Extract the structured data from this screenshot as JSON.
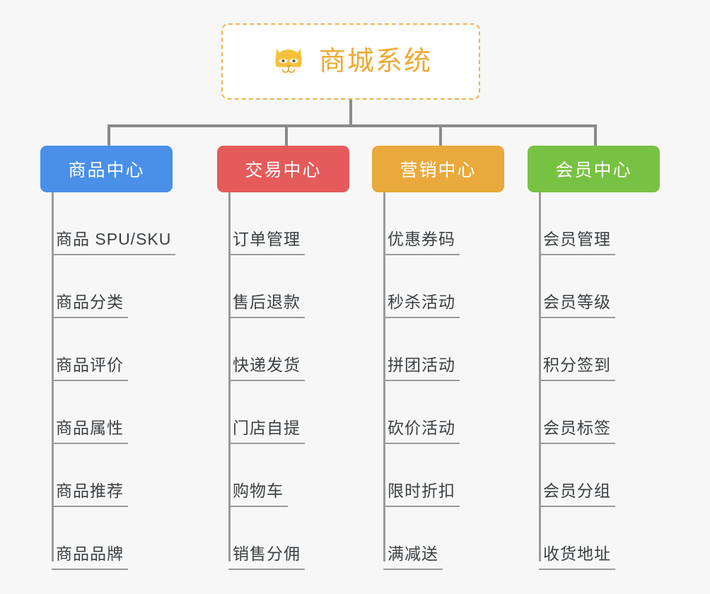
{
  "page": {
    "background_color": "#f7f7f7",
    "line_color": "#8a8a8a"
  },
  "root": {
    "title": "商城系统",
    "icon": "dog-face-emoji",
    "text_color": "#eeaa33",
    "border_color": "#f0b24a",
    "background_color": "#ffffff"
  },
  "columns": [
    {
      "id": "product-center",
      "title": "商品中心",
      "color": "#4a90e8",
      "items": [
        {
          "label": "商品 SPU/SKU"
        },
        {
          "label": "商品分类"
        },
        {
          "label": "商品评价"
        },
        {
          "label": "商品属性"
        },
        {
          "label": "商品推荐"
        },
        {
          "label": "商品品牌"
        }
      ]
    },
    {
      "id": "trade-center",
      "title": "交易中心",
      "color": "#e55b5b",
      "items": [
        {
          "label": "订单管理"
        },
        {
          "label": "售后退款"
        },
        {
          "label": "快递发货"
        },
        {
          "label": "门店自提"
        },
        {
          "label": "购物车"
        },
        {
          "label": "销售分佣"
        }
      ]
    },
    {
      "id": "marketing-center",
      "title": "营销中心",
      "color": "#e9a93c",
      "items": [
        {
          "label": "优惠券码"
        },
        {
          "label": "秒杀活动"
        },
        {
          "label": "拼团活动"
        },
        {
          "label": "砍价活动"
        },
        {
          "label": "限时折扣"
        },
        {
          "label": "满减送"
        }
      ]
    },
    {
      "id": "member-center",
      "title": "会员中心",
      "color": "#77c242",
      "items": [
        {
          "label": "会员管理"
        },
        {
          "label": "会员等级"
        },
        {
          "label": "积分签到"
        },
        {
          "label": "会员标签"
        },
        {
          "label": "会员分组"
        },
        {
          "label": "收货地址"
        }
      ]
    }
  ]
}
